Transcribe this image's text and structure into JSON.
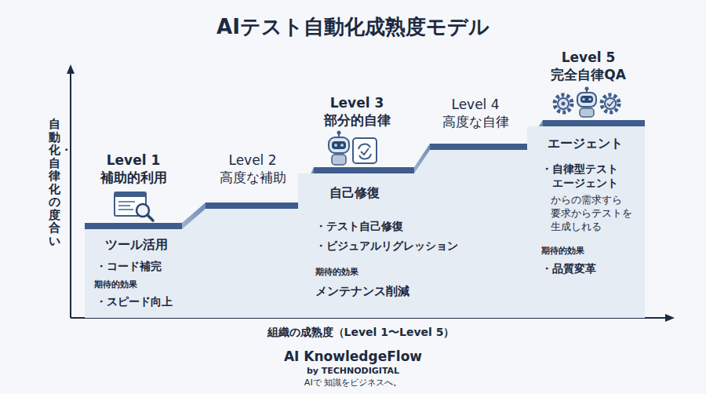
{
  "diagram": {
    "title": "AIテスト自動化成熟度モデル",
    "nodes": [
      {
        "text": [
          "Level 1 補助的利用",
          "ツール活用",
          "・コード補完",
          "期待的効果",
          "・スピード向上"
        ]
      },
      {
        "text": [
          "Level 2 高度な補助"
        ]
      },
      {
        "text": [
          "Level 3 部分的自律",
          "自己修復",
          "・テスト自己修復",
          "・ビジュアルリグレッション",
          "期待的効果",
          "メンテナンス削減"
        ]
      },
      {
        "text": [
          "Level 4 高度な自律"
        ]
      },
      {
        "text": [
          "Level 5 完全自律QA",
          "エージェント",
          "・自律型テスト エージェント",
          "からの需求すら 要求からテストを 生成しれる",
          "期待的効果",
          "・品質変革"
        ]
      }
    ],
    "labels": [
      "自動化・自律化の度合い",
      "組織の成熟度（Level 1〜Level 5）",
      "AI KnowledgeFlow",
      "by TECHNODIGITAL",
      "AIで 知識をビジネスへ。"
    ]
  }
}
